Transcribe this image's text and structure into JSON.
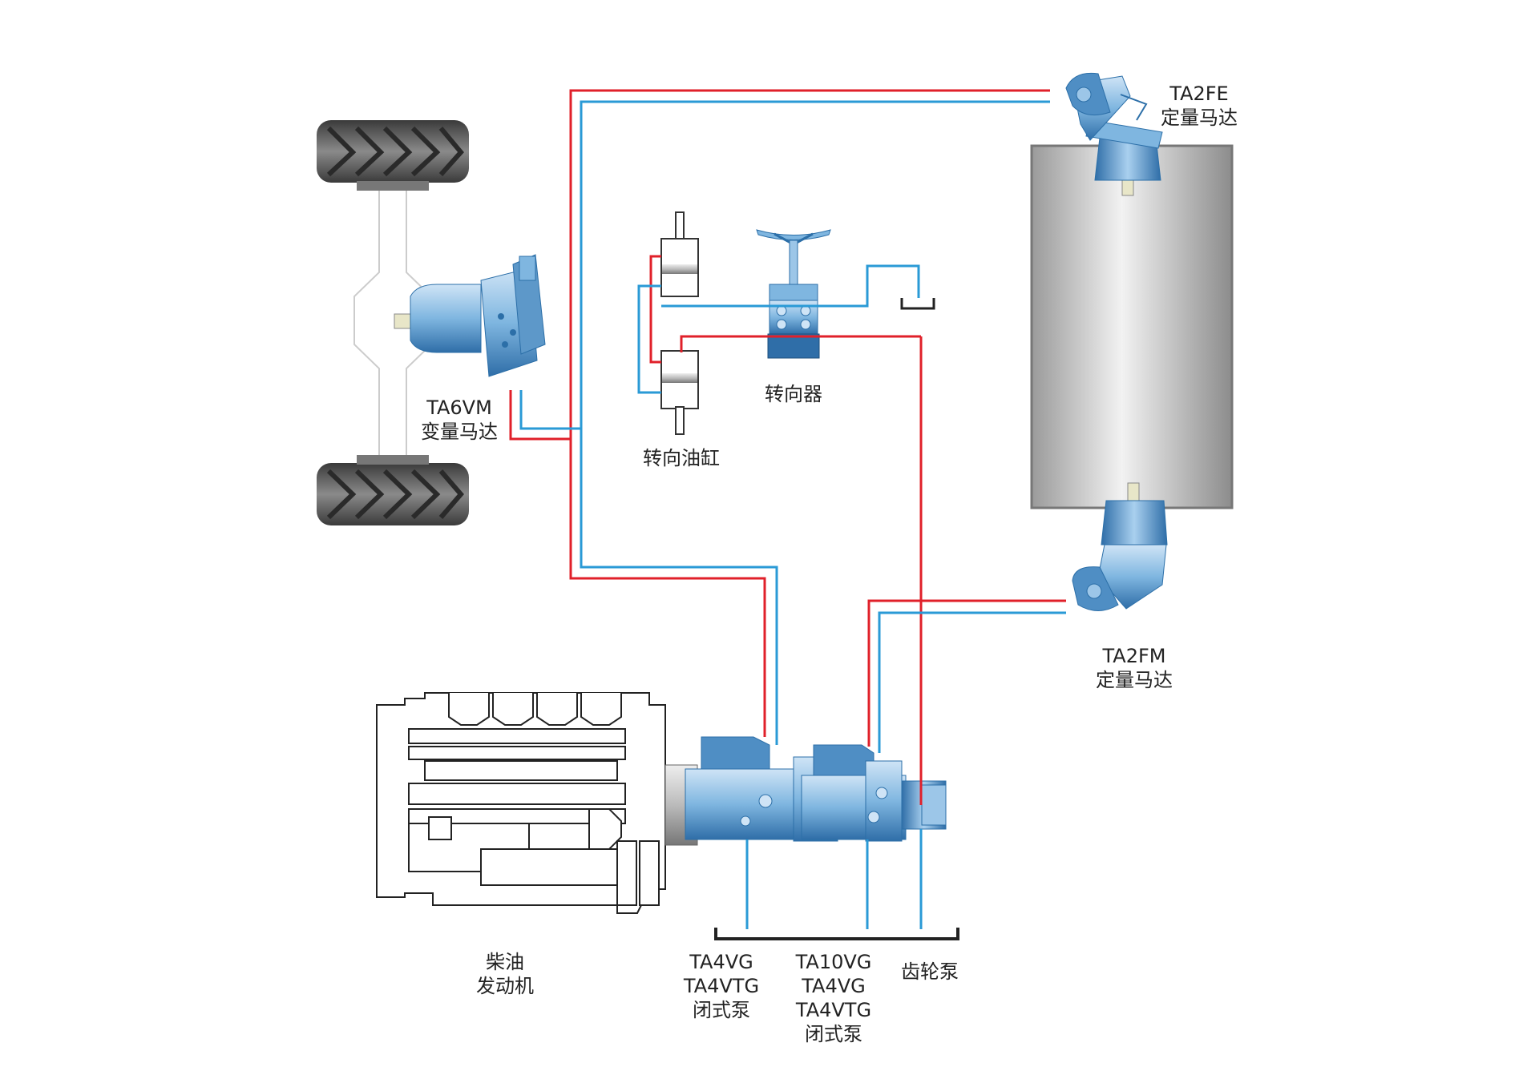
{
  "colors": {
    "pressure_line": "#e0202a",
    "return_line": "#2a9ad6",
    "component_blue": "#7fb6e0",
    "component_dark": "#2c6fa8",
    "drum_gray": "#c9c9c9",
    "tire": "#555555"
  },
  "labels": {
    "ta2fe": {
      "line1": "TA2FE",
      "line2": "定量马达"
    },
    "ta6vm": {
      "line1": "TA6VM",
      "line2": "变量马达"
    },
    "steering_cylinder": "转向油缸",
    "steering_unit": "转向器",
    "ta2fm": {
      "line1": "TA2FM",
      "line2": "定量马达"
    },
    "diesel": {
      "line1": "柴油",
      "line2": "发动机"
    },
    "pump1": {
      "line1": "TA4VG",
      "line2": "TA4VTG",
      "line3": "闭式泵"
    },
    "pump2": {
      "line1": "TA10VG",
      "line2": "TA4VG",
      "line3": "TA4VTG",
      "line4": "闭式泵"
    },
    "gear_pump": "齿轮泵"
  },
  "icons": [
    "tire-icon",
    "axle-icon",
    "hydraulic-motor-icon",
    "steering-wheel-icon",
    "cylinder-icon",
    "drum-icon",
    "engine-icon",
    "pump-icon",
    "tank-icon"
  ]
}
